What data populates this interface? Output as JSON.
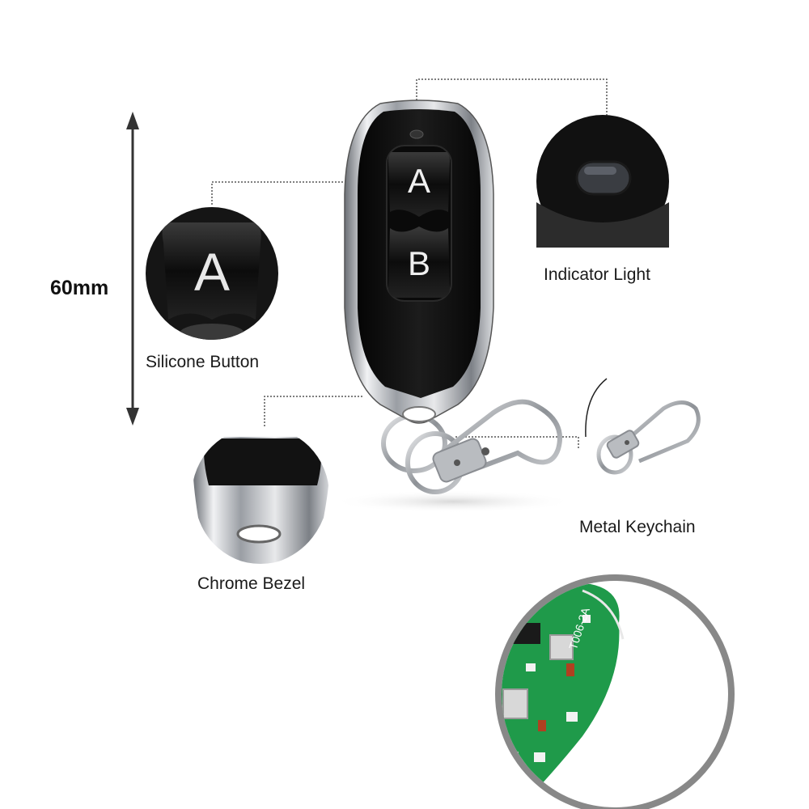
{
  "dimension": {
    "label": "60mm"
  },
  "fob": {
    "button_a": "A",
    "button_b": "B"
  },
  "callouts": {
    "silicone_button": {
      "label": "Silicone Button",
      "button_letter": "A"
    },
    "indicator_light": {
      "label": "Indicator Light"
    },
    "chrome_bezel": {
      "label": "Chrome Bezel"
    },
    "metal_keychain": {
      "label": "Metal Keychain"
    },
    "pcb": {
      "board_marking": "T006-2A"
    }
  },
  "colors": {
    "fob_body": "#141414",
    "chrome": "#c9ccd1",
    "pcb_green": "#1f9a4a",
    "leader_line": "#555555"
  }
}
